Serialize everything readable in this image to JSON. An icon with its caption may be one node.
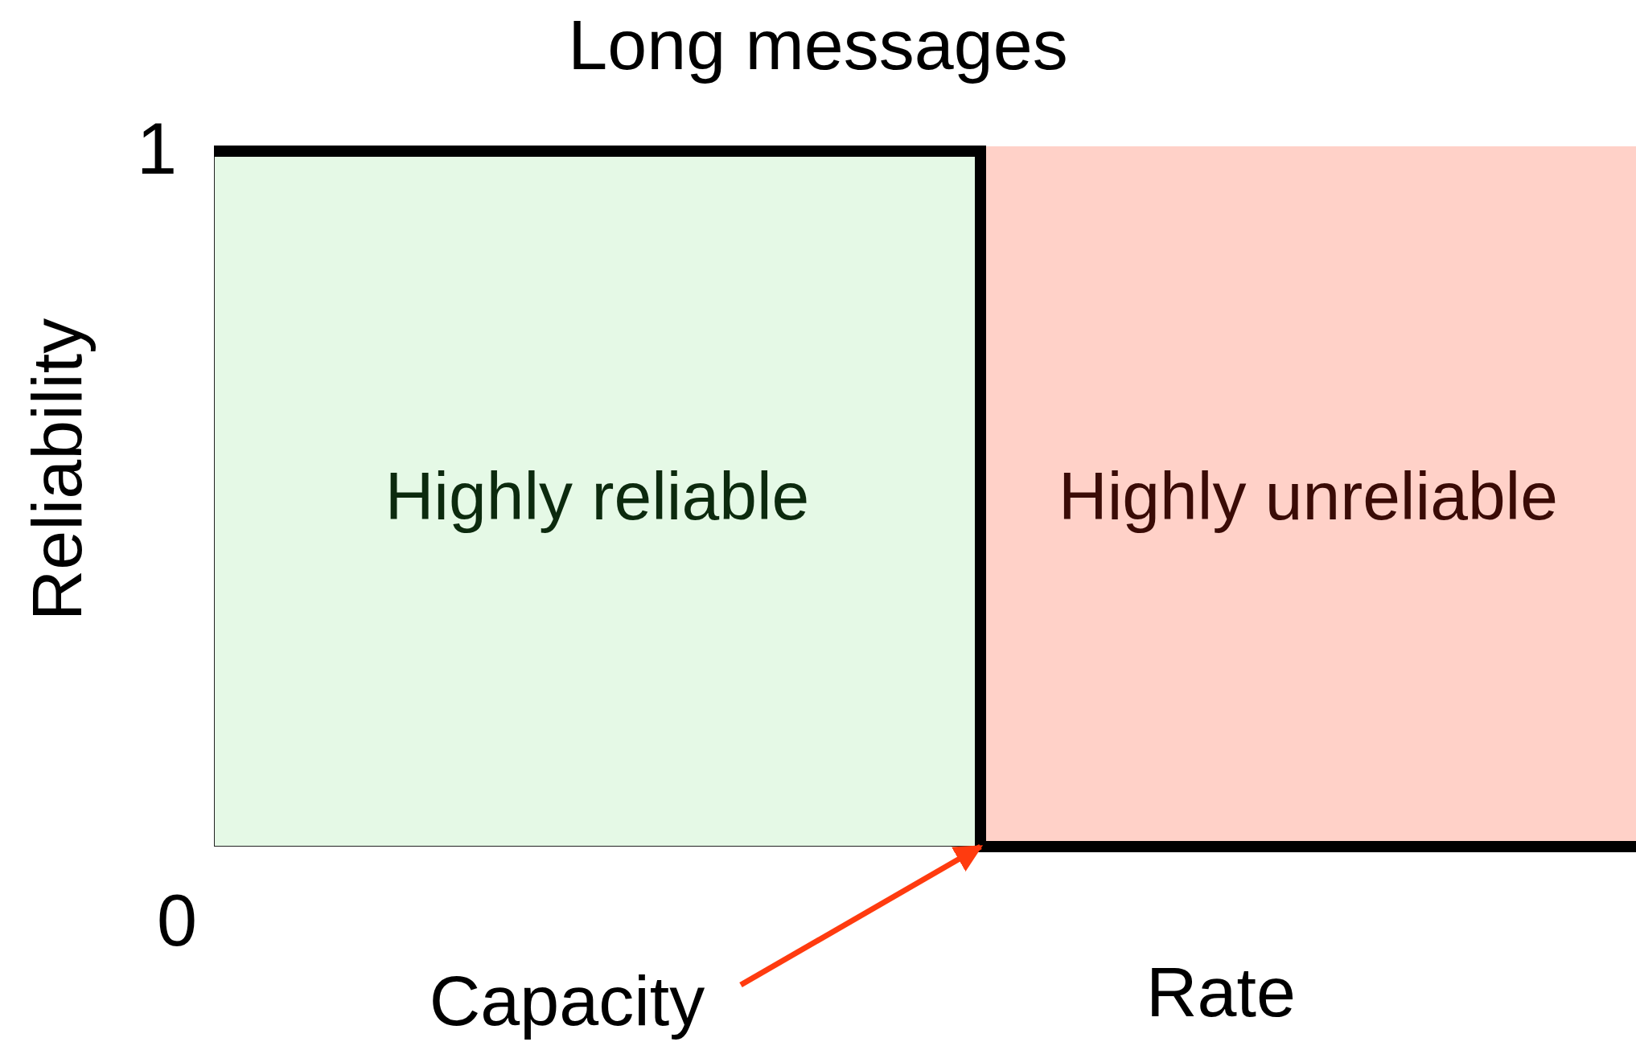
{
  "diagram": {
    "title": "Long messages",
    "nodes": [
      {
        "text": [
          "Highly reliable"
        ]
      },
      {
        "text": [
          "Highly unreliable"
        ]
      },
      {
        "text": [
          "Capacity"
        ]
      }
    ],
    "edges": [
      {
        "from": 2,
        "to": 1,
        "arrow": "to",
        "color": "#ff3b0f"
      }
    ],
    "labels": [
      "1",
      "Reliability",
      "0",
      "Rate"
    ]
  }
}
